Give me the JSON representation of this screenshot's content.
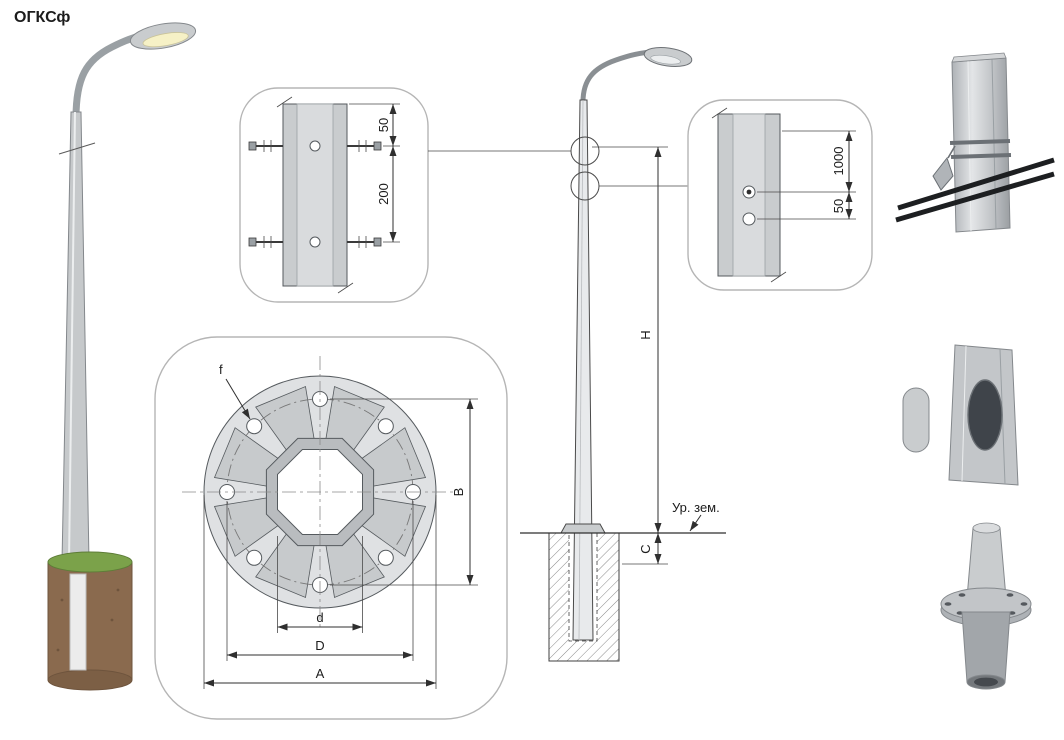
{
  "title": "ОГКСф",
  "callout_top": {
    "dim_50": "50",
    "dim_200": "200"
  },
  "callout_right": {
    "dim_1000": "1000",
    "dim_50": "50"
  },
  "flange_view": {
    "label_f": "f",
    "label_B": "B",
    "label_d": "d",
    "label_D": "D",
    "label_A": "A"
  },
  "elevation": {
    "label_H": "H",
    "label_C": "C",
    "ground_label": "Ур. зем."
  }
}
